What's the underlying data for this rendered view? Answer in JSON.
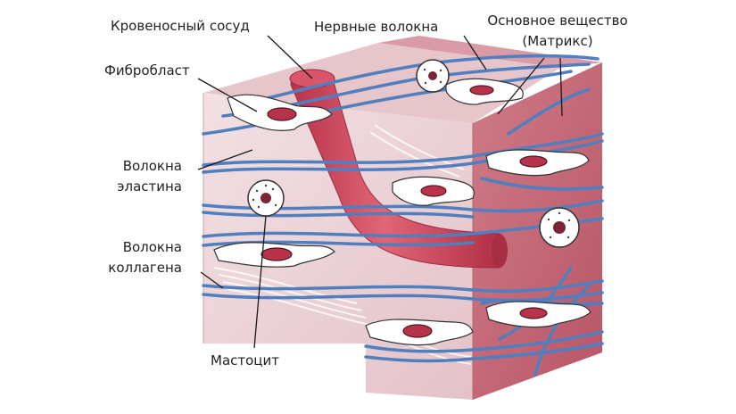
{
  "labels": {
    "blood_vessel": "Кровеносный сосуд",
    "nerve_fibers": "Нервные волокна",
    "ground_substance_line1": "Основное вещество",
    "ground_substance_line2": "(Матрикс)",
    "fibroblast": "Фибробласт",
    "elastin_line1": "Волокна",
    "elastin_line2": "эластина",
    "collagen_line1": "Волокна",
    "collagen_line2": "коллагена",
    "mast_cell": "Мастоцит"
  },
  "colors": {
    "front_face": "#eed8dc",
    "top_face": "#e7c7cd",
    "right_face": "#c9707f",
    "vessel": "#c93f51",
    "fiber": "#4f7fbf",
    "leader_line": "#1a1a1a"
  }
}
